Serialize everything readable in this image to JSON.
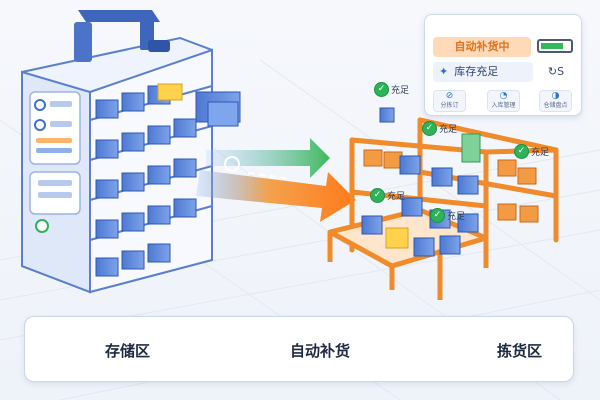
{
  "panel": {
    "title": "自动补货中",
    "status": "库存充足",
    "status_icon": "robot-arm-icon",
    "refresh": "↻S",
    "fill_fraction": 0.8,
    "tiles": [
      {
        "icon": "⊘",
        "label": "分拣订"
      },
      {
        "icon": "◔",
        "label": "入库管理"
      },
      {
        "icon": "◑",
        "label": "仓储盘点"
      }
    ]
  },
  "badges": [
    {
      "label": "充足"
    },
    {
      "label": "充足"
    },
    {
      "label": "充足"
    },
    {
      "label": "充足"
    },
    {
      "label": "充足"
    }
  ],
  "flow": {
    "step1": "存储区",
    "step2": "自动补货",
    "step3": "拣货区"
  },
  "colors": {
    "orange": "#f08a2a",
    "blue": "#3f78d8",
    "green": "#2fb35a"
  }
}
